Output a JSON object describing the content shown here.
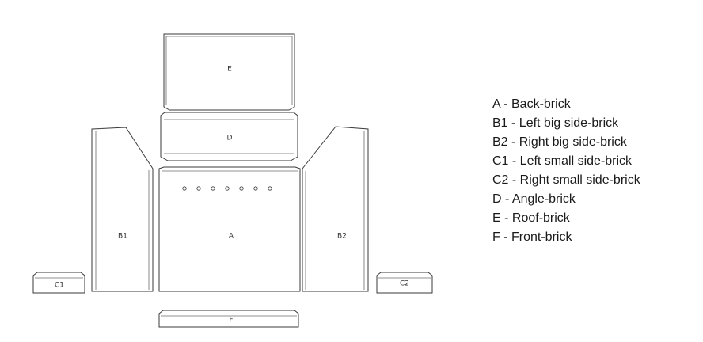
{
  "pieces": {
    "A": "A",
    "B1": "B1",
    "B2": "B2",
    "C1": "C1",
    "C2": "C2",
    "D": "D",
    "E": "E",
    "F": "F"
  },
  "legend": [
    "A - Back-brick",
    "B1 - Left big side-brick",
    "B2 - Right big side-brick",
    "C1 - Left small side-brick",
    "C2 - Right small side-brick",
    "D - Angle-brick",
    "E - Roof-brick",
    "F - Front-brick"
  ]
}
